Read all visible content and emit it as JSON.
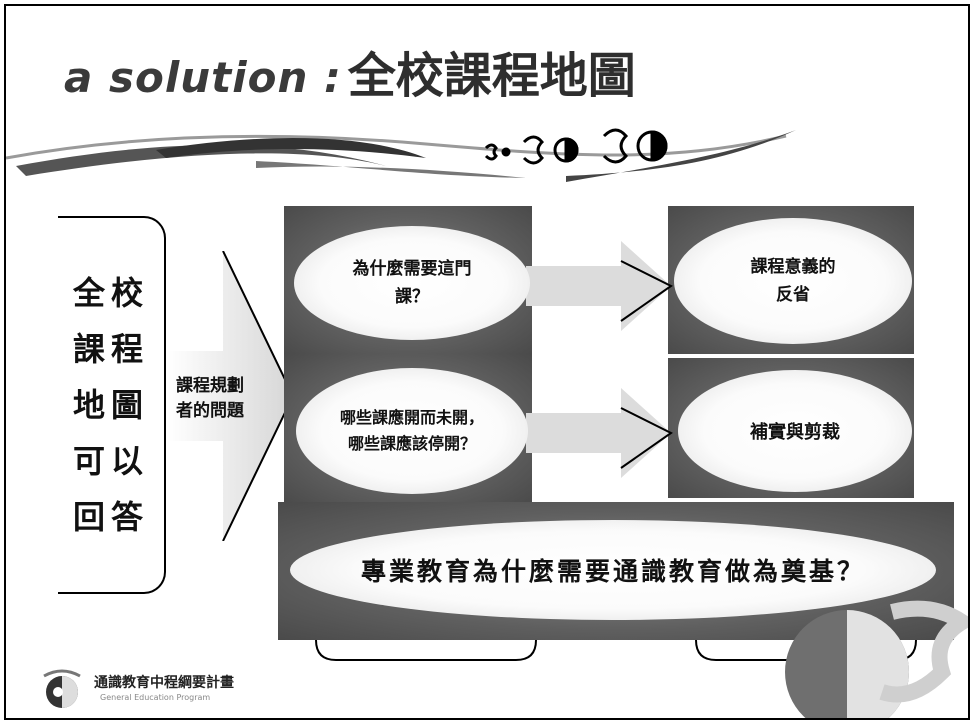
{
  "title": {
    "en": "a solution :",
    "zh": "全校課程地圖"
  },
  "left_box": {
    "text": "全校課程地圖可以回答"
  },
  "planner_label": "課程規劃者的問題",
  "questions": {
    "q1": "為什麼需要這門課？",
    "q2": "哪些課應開而未開，哪些課應該停開？",
    "q3": "專業教育為什麼需要通識教育做為奠基？"
  },
  "outcomes": {
    "o1": "課程意義的反省",
    "o2": "補實與剪裁"
  },
  "footer": {
    "zh": "通識教育中程綱要計畫",
    "en": "General Education Program"
  },
  "colors": {
    "panel_dark": "#5f5f5f",
    "arrow_gray": "#dcdcdc",
    "text": "#111111"
  }
}
